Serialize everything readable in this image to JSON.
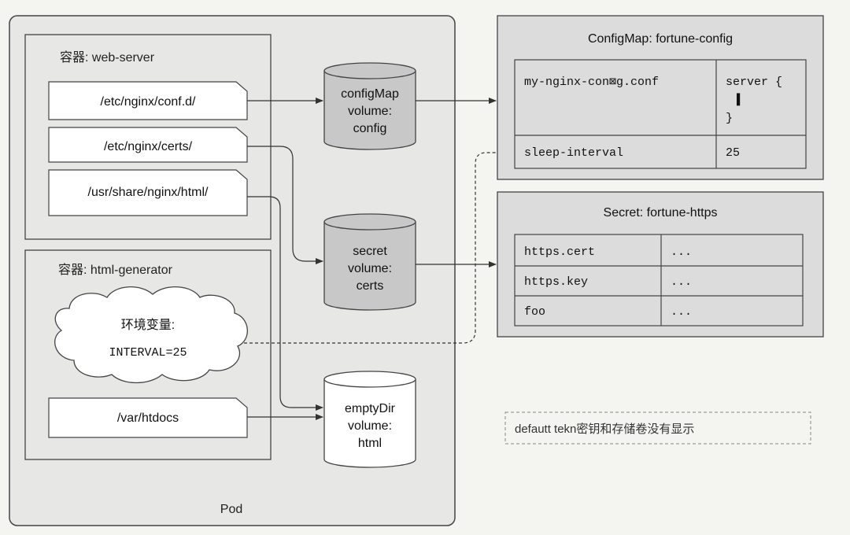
{
  "pod": {
    "label": "Pod"
  },
  "web_server": {
    "title": "容器: web-server",
    "mounts": [
      "/etc/nginx/conf.d/",
      "/etc/nginx/certs/",
      "/usr/share/nginx/html/"
    ]
  },
  "html_generator": {
    "title": "容器: html-generator",
    "env_title": "环境变量:",
    "env_value": "INTERVAL=25",
    "mount": "/var/htdocs"
  },
  "volumes": {
    "config": {
      "line1": "configMap",
      "line2": "volume:",
      "line3": "config"
    },
    "secret": {
      "line1": "secret",
      "line2": "volume:",
      "line3": "certs"
    },
    "empty": {
      "line1": "emptyDir",
      "line2": "volume:",
      "line3": "html"
    }
  },
  "configmap": {
    "title": "ConfigMap: fortune-config",
    "row1_key": "my-nginx-con⊠g.conf",
    "row1_val_1": "server {",
    "row1_val_2": "▌",
    "row1_val_3": "}",
    "row2_key": "sleep-interval",
    "row2_val": "25"
  },
  "secret": {
    "title": "Secret: fortune-https",
    "rows": [
      {
        "key": "https.cert",
        "val": "..."
      },
      {
        "key": "https.key",
        "val": "..."
      },
      {
        "key": "foo",
        "val": "..."
      }
    ]
  },
  "note": "defautt tekn密钥和存储卷没有显示",
  "colors": {
    "pod_fill": "#e7e7e5",
    "box_white": "#ffffff",
    "cylinder_gray": "#c8c8c8",
    "panel_fill": "#dcdcdc",
    "line": "#333333"
  }
}
